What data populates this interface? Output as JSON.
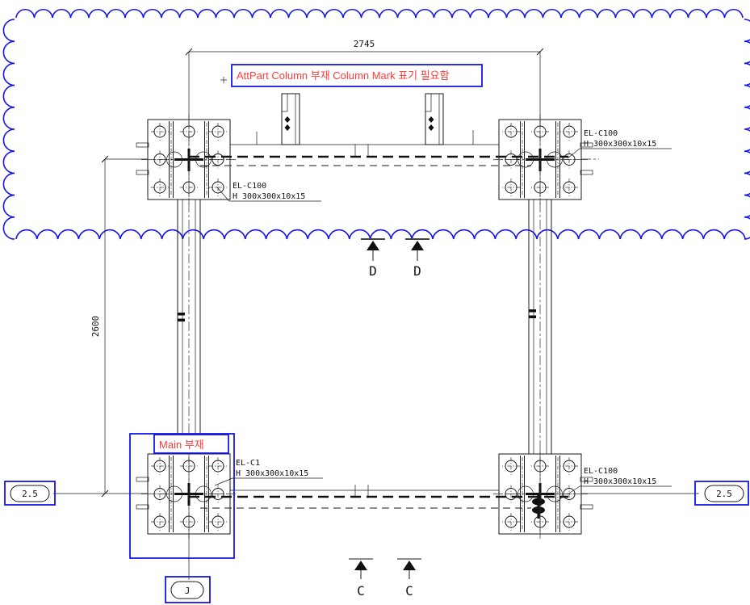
{
  "colors": {
    "markup_blue": "#1414e8",
    "annotation_red": "#ff3b3b",
    "drawing_line": "#1a1a1a"
  },
  "annotations": {
    "attpart_note": "AttPart Column 부재 Column Mark 표기 필요함",
    "main_part": "Main 부재"
  },
  "dimensions": {
    "top_width": "2745",
    "left_height": "2600"
  },
  "grid_bubbles": {
    "left": "2.5",
    "right": "2.5",
    "bottom": "J"
  },
  "section_markers": {
    "d": [
      "D",
      "D"
    ],
    "c": [
      "C",
      "C"
    ]
  },
  "member_labels": {
    "top_right": {
      "mark": "EL-C100",
      "size": "H 300x300x10x15"
    },
    "upper_left": {
      "mark": "EL-C100",
      "size": "H 300x300x10x15"
    },
    "lower_left": {
      "mark": "EL-C1",
      "size": "H 300x300x10x15"
    },
    "lower_right": {
      "mark": "EL-C100",
      "size": "H 300x300x10x15"
    }
  }
}
